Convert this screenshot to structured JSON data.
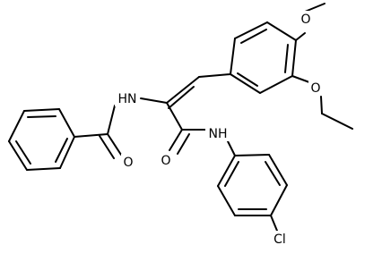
{
  "atoms": {
    "o_methoxy": "O",
    "o_ethoxy": "O",
    "nh_amide_left": "HN",
    "o_benzoyl": "O",
    "o_amide": "O",
    "nh_anilide": "NH",
    "cl": "Cl"
  },
  "colors": {
    "bond": "#000000",
    "background": "#ffffff"
  }
}
